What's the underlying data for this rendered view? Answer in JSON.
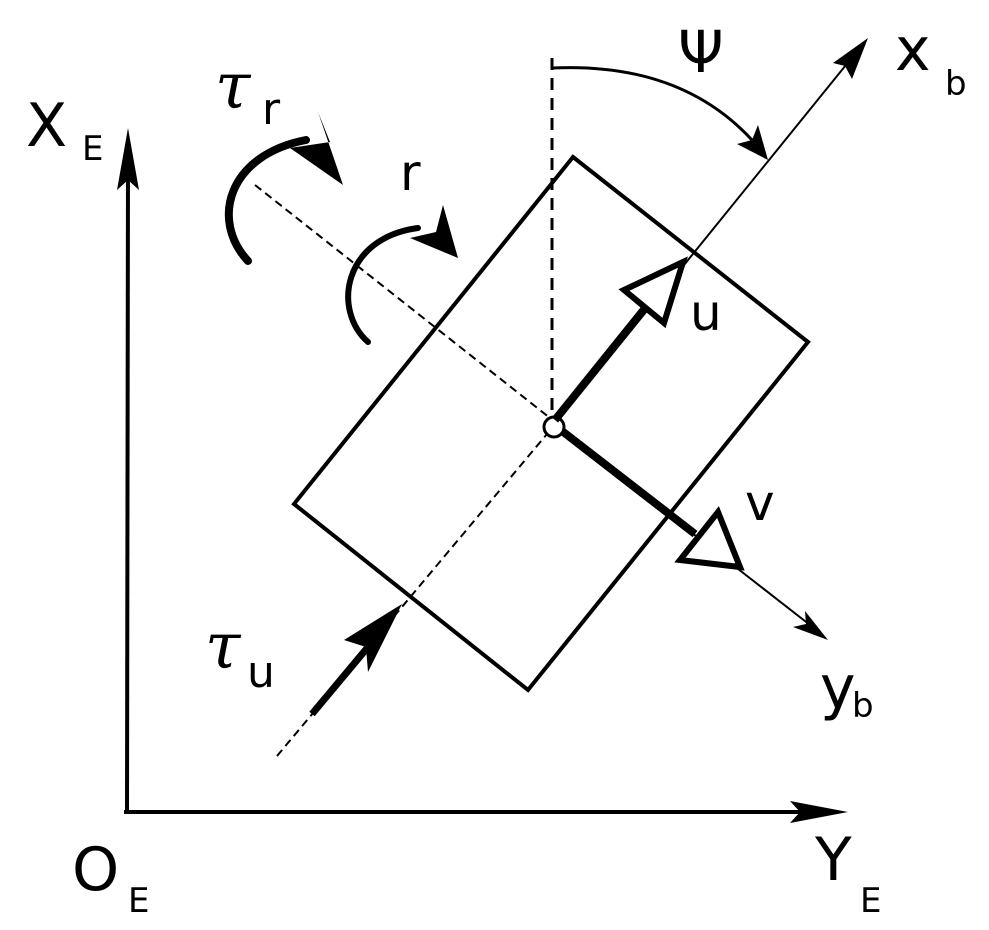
{
  "diagram": {
    "earth_frame": {
      "x_axis": {
        "main": "X",
        "sub": "E"
      },
      "y_axis": {
        "main": "Y",
        "sub": "E"
      },
      "origin": {
        "main": "O",
        "sub": "E"
      }
    },
    "body_frame": {
      "x_axis": {
        "main": "x",
        "sub": "b"
      },
      "y_axis": {
        "main": "y",
        "sub": "b"
      }
    },
    "heading_angle": "Ψ",
    "velocities": {
      "surge": "u",
      "sway": "v",
      "yaw_rate": "r"
    },
    "forces": {
      "yaw_torque": {
        "main": "τ",
        "sub": "r"
      },
      "surge_force": {
        "main": "τ",
        "sub": "u"
      }
    }
  }
}
